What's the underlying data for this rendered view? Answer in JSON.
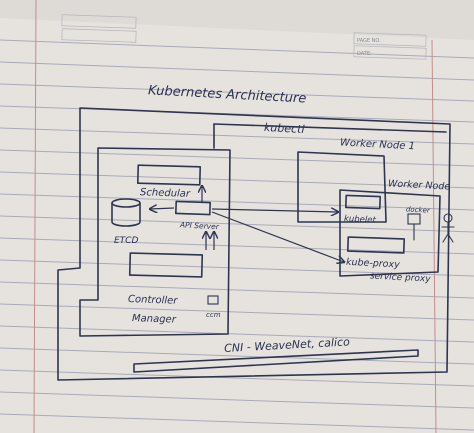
{
  "header": {
    "page_no_label": "PAGE NO.",
    "date_label": "DATE:",
    "left_box_top": "",
    "left_box_bottom": ""
  },
  "diagram": {
    "title": "Kubernetes Architecture",
    "kubectl": "kubectl",
    "control_plane": {
      "scheduler": "Schedular",
      "etcd": "ETCD",
      "api_server": "API Server",
      "controller_manager_line1": "Controller",
      "controller_manager_line2": "Manager",
      "ccm": "ccm"
    },
    "worker_node_1": {
      "title": "Worker Node 1"
    },
    "worker_node_2": {
      "title": "Worker Node",
      "kubelet": "kubelet",
      "docker": "docker",
      "kube_proxy": "kube-proxy",
      "service_proxy": "service proxy"
    },
    "cni": "CNI - WeaveNet, calico"
  }
}
